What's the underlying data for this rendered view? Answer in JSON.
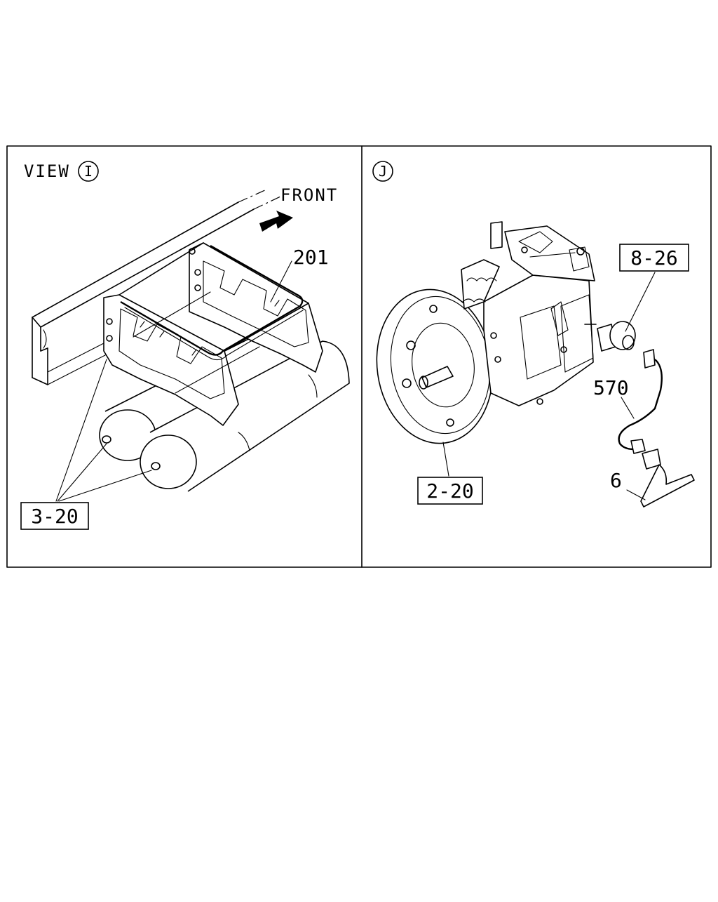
{
  "panels": [
    {
      "view_prefix": "VIEW",
      "view_letter": "I",
      "direction_label": "FRONT",
      "callouts": [
        "201",
        "3-20"
      ]
    },
    {
      "view_letter": "J",
      "callouts": [
        "8-26",
        "570",
        "2-20",
        "6"
      ]
    }
  ]
}
